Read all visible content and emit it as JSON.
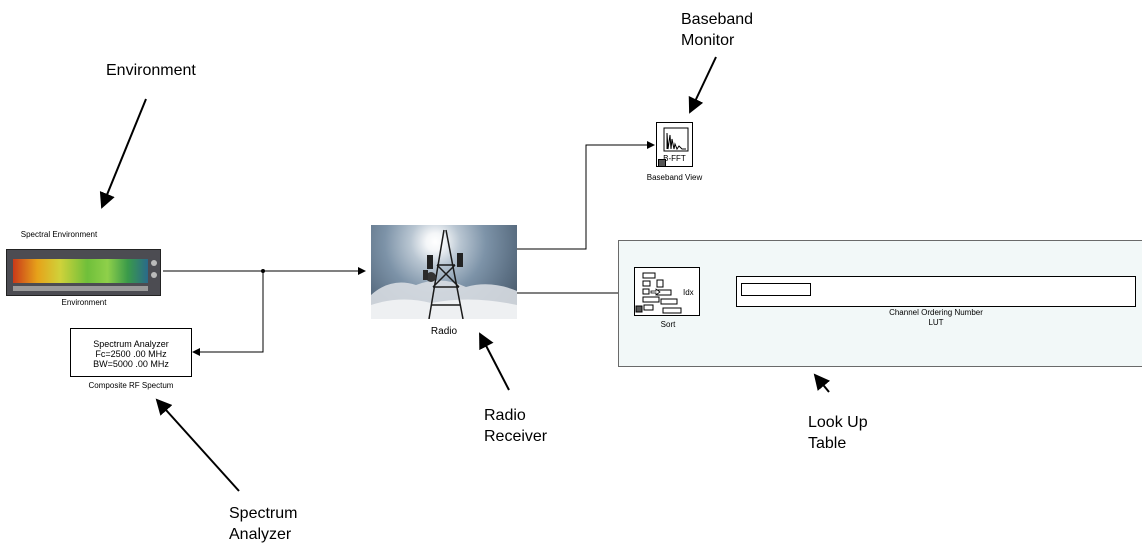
{
  "callouts": {
    "environment": "Environment",
    "baseband_monitor": "Baseband\nMonitor",
    "spectrum_analyzer": "Spectrum\nAnalyzer",
    "radio_receiver": "Radio\nReceiver",
    "look_up_table": "Look Up\nTable"
  },
  "blocks": {
    "spectral_env_title": "Spectral Environment",
    "environment_label": "Environment",
    "spectrum_analyzer": {
      "line1": "Spectrum Analyzer",
      "line2": "Fc=2500 .00 MHz",
      "line3": "BW=5000 .00 MHz",
      "caption": "Composite RF Spectum"
    },
    "radio_label": "Radio",
    "baseband_view": {
      "icon_text": "B-FFT",
      "caption": "Baseband View"
    },
    "sort": {
      "caption": "Sort",
      "port_label": "Idx"
    },
    "lut": {
      "caption1": "Channel Ordering Number",
      "caption2": "LUT"
    }
  }
}
